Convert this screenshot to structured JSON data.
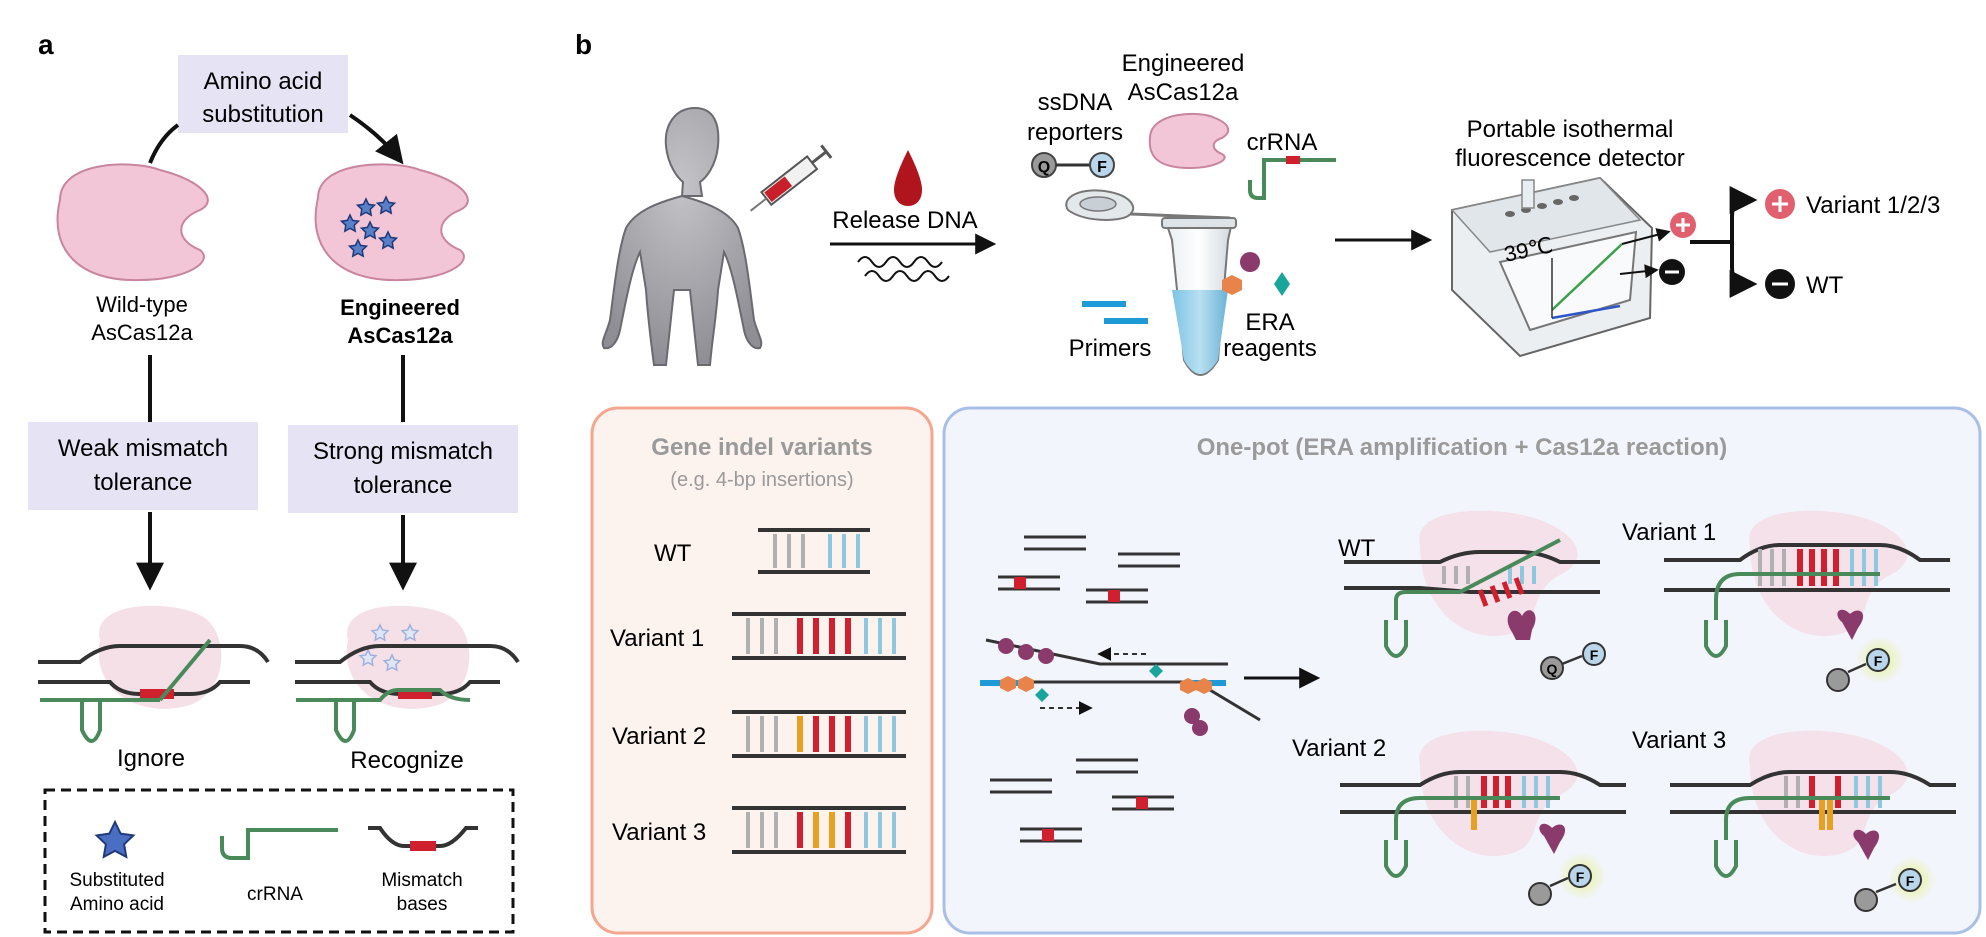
{
  "panel_a": {
    "letter": "a",
    "substitution": [
      "Amino acid",
      "substitution"
    ],
    "wildtype": [
      "Wild-type",
      "AsCas12a"
    ],
    "engineered": [
      "Engineered",
      "AsCas12a"
    ],
    "weak": [
      "Weak mismatch",
      "tolerance"
    ],
    "strong": [
      "Strong mismatch",
      "tolerance"
    ],
    "ignore": "Ignore",
    "recognize": "Recognize",
    "legend": {
      "star": [
        "Substituted",
        "Amino acid"
      ],
      "crrna": "crRNA",
      "mismatch": [
        "Mismatch",
        "bases"
      ]
    }
  },
  "panel_b": {
    "letter": "b",
    "release": "Release DNA",
    "engineered": [
      "Engineered",
      "AsCas12a"
    ],
    "ssdna": [
      "ssDNA",
      "reporters"
    ],
    "crrna": "crRNA",
    "primers": "Primers",
    "era": [
      "ERA",
      "reagents"
    ],
    "detector": [
      "Portable isothermal",
      "fluorescence detector"
    ],
    "temp": "39℃",
    "q": "Q",
    "f": "F",
    "outcomes": [
      "Variant 1/2/3",
      "WT"
    ],
    "indel_title": "Gene indel variants",
    "indel_sub": "(e.g. 4-bp insertions)",
    "indel_rows": [
      "WT",
      "Variant 1",
      "Variant 2",
      "Variant 3"
    ],
    "onepot_title": "One-pot (ERA amplification + Cas12a reaction)",
    "onepot_labels": [
      "WT",
      "Variant 1",
      "Variant 2",
      "Variant 3"
    ]
  },
  "colors": {
    "red": "#d0202e",
    "green": "#4a8a5a",
    "blue": "#1e9ad6",
    "pink": "#f2c6d6",
    "lavender": "#e6e3f4",
    "orange_panel": "#f4a68e",
    "blue_panel": "#a9bfe8"
  }
}
